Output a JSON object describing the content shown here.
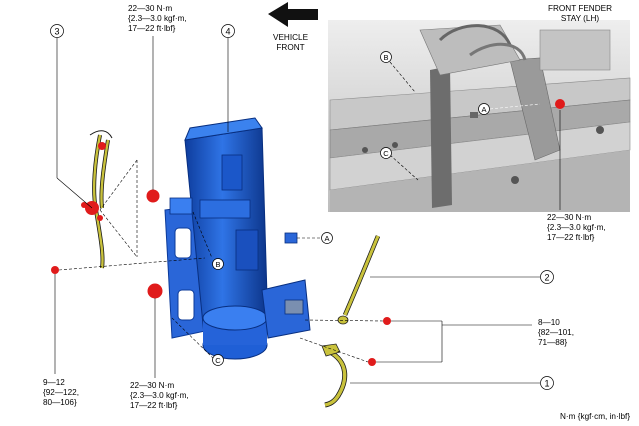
{
  "arrow_label": [
    "VEHICLE",
    "FRONT"
  ],
  "inset_label": [
    "FRONT FENDER",
    "STAY (LH)"
  ],
  "callouts": {
    "c1": "1",
    "c2": "2",
    "c3": "3",
    "c4": "4",
    "cA": "A",
    "cB": "B",
    "cC": "C"
  },
  "torques": {
    "top": [
      "22—30 N·m",
      "{2.3—3.0 kgf·m,",
      "17—22 ft·lbf}"
    ],
    "right_upper": [
      "22—30 N·m",
      "{2.3—3.0 kgf·m,",
      "17—22 ft·lbf}"
    ],
    "right_mid": [
      "8—10",
      "{82—101,",
      "71—88}"
    ],
    "left_bottom": [
      "9—12",
      "{92—122,",
      "80—106}"
    ],
    "mid_bottom": [
      "22—30 N·m",
      "{2.3—3.0 kgf·m,",
      "17—22 ft·lbf}"
    ]
  },
  "units_note": "N·m {kgf·cm, in·lbf}",
  "colors": {
    "part": "#1f5fd6",
    "part_dark": "#0b3a9a",
    "bolt": "#e01b1b",
    "harness": "#c9c23c",
    "inset": "#d9d9d9"
  }
}
